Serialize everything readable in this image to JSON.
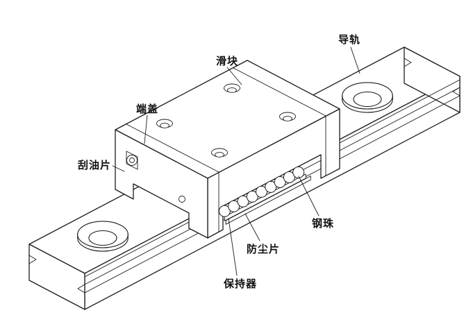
{
  "diagram": {
    "type": "isometric line drawing of a linear guideway (rail + slider block), exploded cutaway showing balls",
    "labels": {
      "guide_rail": "导轨",
      "slider_block": "滑块",
      "end_cap": "端盖",
      "oil_scraper": "刮油片",
      "steel_balls": "钢珠",
      "dust_strip": "防尘片",
      "retainer": "保持器"
    },
    "colors": {
      "line": "#1b1b1b",
      "background": "#ffffff",
      "fill": "#ffffff"
    }
  }
}
